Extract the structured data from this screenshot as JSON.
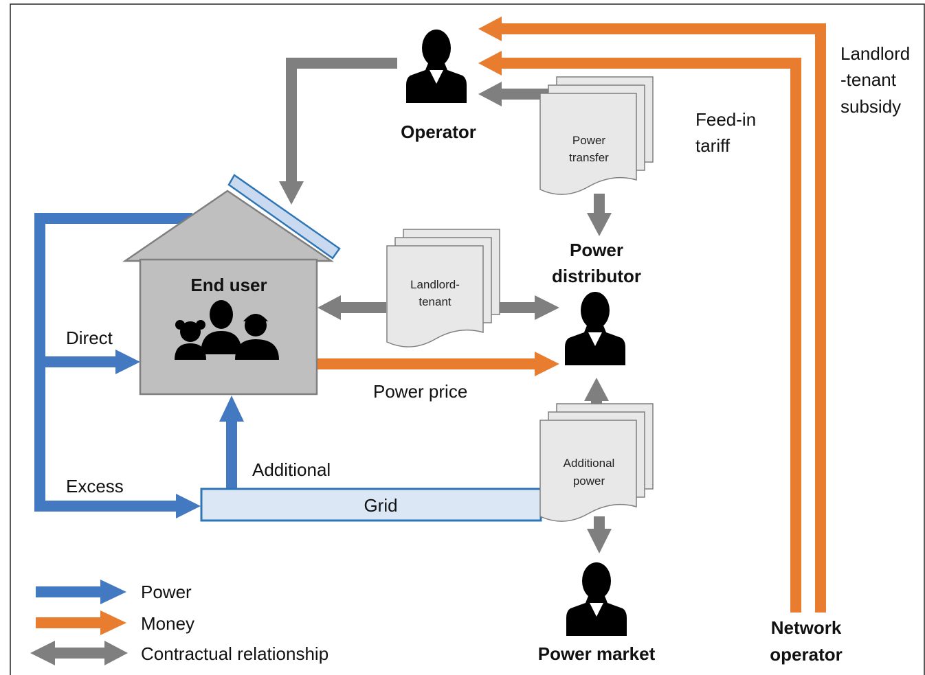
{
  "colors": {
    "power": "#4279c0",
    "money": "#e97d2f",
    "contract": "#7f7f7f",
    "house": "#bfbfbf",
    "grid_fill": "#dce7f5",
    "doc_fill": "#e8e8e8"
  },
  "actors": {
    "operator": "Operator",
    "power_distributor_line1": "Power",
    "power_distributor_line2": "distributor",
    "end_user": "End user",
    "power_market": "Power market",
    "network_operator_line1": "Network",
    "network_operator_line2": "operator"
  },
  "documents": {
    "power_transfer_line1": "Power",
    "power_transfer_line2": "transfer",
    "landlord_tenant_line1": "Landlord-",
    "landlord_tenant_line2": "tenant",
    "additional_power_line1": "Additional",
    "additional_power_line2": "power"
  },
  "flows": {
    "direct": "Direct",
    "excess": "Excess",
    "additional": "Additional",
    "grid": "Grid",
    "power_price": "Power price",
    "feed_in_line1": "Feed-in",
    "feed_in_line2": "tariff",
    "subsidy_line1": "Landlord",
    "subsidy_line2": "-tenant",
    "subsidy_line3": "subsidy"
  },
  "legend": {
    "power": "Power",
    "money": "Money",
    "contract": "Contractual relationship"
  },
  "icons": [
    "person-icon",
    "family-icon",
    "solar-panel-icon",
    "document-stack-icon"
  ]
}
